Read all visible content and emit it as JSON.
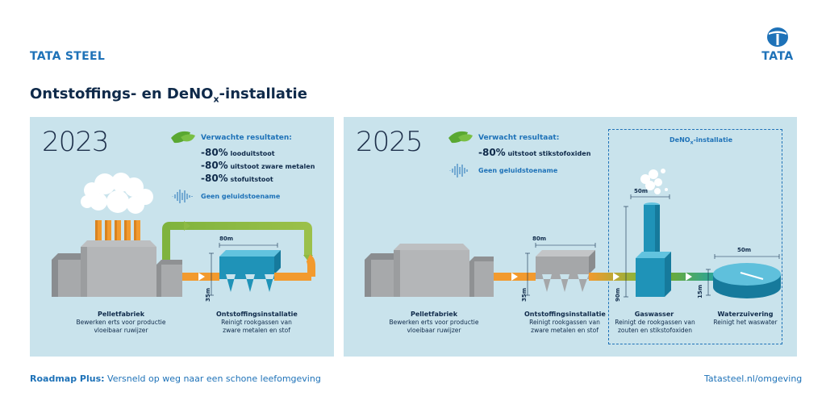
{
  "header": {
    "brand_left": "TATA STEEL",
    "brand_right": "TATA",
    "title_prefix": "Ontstoffings- en DeNO",
    "title_sub": "x",
    "title_suffix": "-installatie"
  },
  "panel_2023": {
    "year": "2023",
    "results_title": "Verwachte resultaten:",
    "results": [
      {
        "pct": "-80%",
        "text": " looduitstoot"
      },
      {
        "pct": "-80%",
        "text": " uitstoot zware metalen"
      },
      {
        "pct": "-80%",
        "text": " stofuitstoot"
      }
    ],
    "noise": "Geen geluidstoename",
    "pellet_title": "Pelletfabriek",
    "pellet_desc": "Bewerken erts voor productie vloeibaar ruwijzer",
    "dedust_title": "Ontstoffingsinstallatie",
    "dedust_desc": "Reinigt rookgassen van zware metalen en stof",
    "dim_length": "80m",
    "dim_height": "35m"
  },
  "panel_2025": {
    "year": "2025",
    "results_title": "Verwacht resultaat:",
    "results": [
      {
        "pct": "-80%",
        "text": " uitstoot stikstofoxiden"
      }
    ],
    "noise": "Geen geluidstoename",
    "pellet_title": "Pelletfabriek",
    "pellet_desc": "Bewerken erts voor productie vloeibaar ruwijzer",
    "dedust_title": "Ontstoffingsinstallatie",
    "dedust_desc": "Reinigt rookgassen van zware metalen en stof",
    "dim_length": "80m",
    "dim_height": "35m",
    "denox_prefix": "DeNO",
    "denox_sub": "x",
    "denox_suffix": "-installatie",
    "scrubber_title": "Gaswasser",
    "scrubber_desc": "Reinigt de rookgassen van zouten en stikstofoxiden",
    "scrubber_dim_top": "50m",
    "scrubber_dim_height": "90m",
    "link_dim": "15m",
    "water_title": "Waterzuivering",
    "water_desc": "Reinigt het waswater",
    "water_dim": "50m"
  },
  "footer": {
    "left_bold": "Roadmap Plus:",
    "left_text": " Versneld op weg naar een schone leefomgeving",
    "right": "Tatasteel.nl/omgeving"
  },
  "colors": {
    "brand_blue": "#1e72b8",
    "panel_bg": "#c9e3ec",
    "dark_text": "#0f2a4a",
    "orange": "#f29a2e",
    "green": "#6aab3a",
    "teal": "#1f93b8"
  }
}
